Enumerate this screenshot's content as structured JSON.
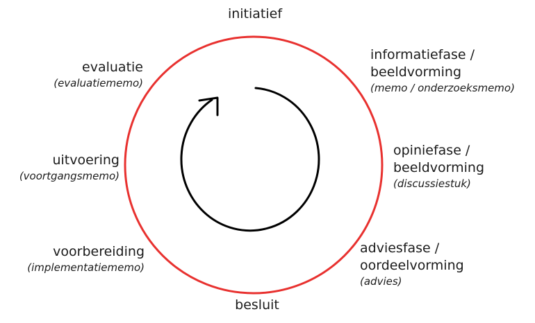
{
  "diagram": {
    "colors": {
      "outer_circle": "#e8312f",
      "cycle_arrow": "#000000",
      "text": "#1a1a1a"
    },
    "center_icon": "clockwise-cycle-arrow-icon",
    "stages": {
      "initiatief": {
        "title": "initiatief"
      },
      "informatiefase": {
        "title_line1": "informatiefase /",
        "title_line2": "beeldvorming",
        "document": "(memo / onderzoeksmemo)"
      },
      "opiniefase": {
        "title_line1": "opiniefase /",
        "title_line2": "beeldvorming",
        "document": "(discussiestuk)"
      },
      "adviesfase": {
        "title_line1": "adviesfase /",
        "title_line2": "oordeelvorming",
        "document": "(advies)"
      },
      "besluit": {
        "title": "besluit"
      },
      "voorbereiding": {
        "title": "voorbereiding",
        "document": "(implementatiememo)"
      },
      "uitvoering": {
        "title": "uitvoering",
        "document": "(voortgangsmemo)"
      },
      "evaluatie": {
        "title": "evaluatie",
        "document": "(evaluatiememo)"
      }
    }
  }
}
